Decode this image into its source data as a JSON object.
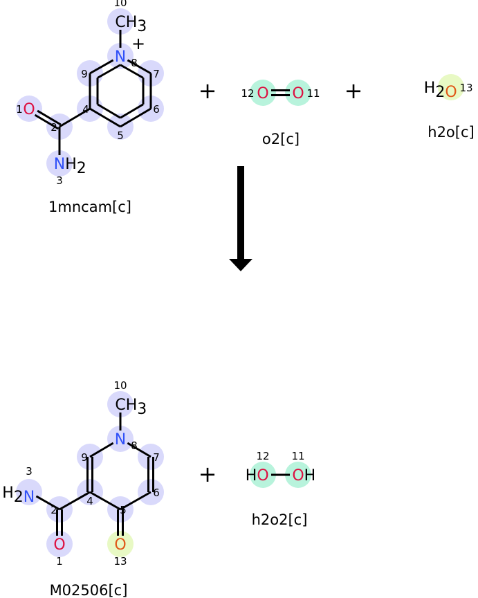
{
  "colors": {
    "highlight_default": "#d9d9fb",
    "highlight_o2": "#b8f3dc",
    "highlight_water": "#e8f9c4",
    "nitrogen": "#3050f8",
    "oxygen": "#dd1040",
    "oxygen_water": "#e05818",
    "bond": "#000000"
  },
  "reactants": [
    {
      "id": "m1",
      "name": "1mncam[c]",
      "charge": "+",
      "atoms": [
        {
          "num": "1",
          "label": "O",
          "sub": "",
          "el": "O",
          "hl": "default"
        },
        {
          "num": "2",
          "label": "",
          "sub": "",
          "el": "C",
          "hl": "default"
        },
        {
          "num": "3",
          "label": "NH",
          "sub": "2",
          "el": "N",
          "hl": "default"
        },
        {
          "num": "4",
          "label": "",
          "sub": "",
          "el": "C",
          "hl": "default"
        },
        {
          "num": "5",
          "label": "",
          "sub": "",
          "el": "C",
          "hl": "default"
        },
        {
          "num": "6",
          "label": "",
          "sub": "",
          "el": "C",
          "hl": "default"
        },
        {
          "num": "7",
          "label": "",
          "sub": "",
          "el": "C",
          "hl": "default"
        },
        {
          "num": "8",
          "label": "N",
          "sub": "",
          "el": "N",
          "hl": "default"
        },
        {
          "num": "9",
          "label": "",
          "sub": "",
          "el": "C",
          "hl": "default"
        },
        {
          "num": "10",
          "label": "CH",
          "sub": "3",
          "el": "C",
          "hl": "default"
        }
      ]
    },
    {
      "id": "m2",
      "name": "o2[c]",
      "atoms": [
        {
          "num": "12",
          "label": "O",
          "sub": "",
          "el": "O",
          "hl": "o2"
        },
        {
          "num": "11",
          "label": "O",
          "sub": "",
          "el": "O",
          "hl": "o2"
        }
      ]
    },
    {
      "id": "m3",
      "name": "h2o[c]",
      "atoms": [
        {
          "num": "13",
          "label": "O",
          "prefix": "H",
          "psub": "2",
          "el": "Ow",
          "hl": "water"
        }
      ]
    }
  ],
  "products": [
    {
      "id": "m4",
      "name": "M02506[c]",
      "atoms": [
        {
          "num": "1",
          "label": "O",
          "sub": "",
          "el": "O",
          "hl": "default"
        },
        {
          "num": "2",
          "label": "",
          "sub": "",
          "el": "C",
          "hl": "default"
        },
        {
          "num": "3",
          "label": "N",
          "prefix": "H",
          "psub": "2",
          "el": "N",
          "hl": "default"
        },
        {
          "num": "4",
          "label": "",
          "sub": "",
          "el": "C",
          "hl": "default"
        },
        {
          "num": "5",
          "label": "",
          "sub": "",
          "el": "C",
          "hl": "default"
        },
        {
          "num": "6",
          "label": "",
          "sub": "",
          "el": "C",
          "hl": "default"
        },
        {
          "num": "7",
          "label": "",
          "sub": "",
          "el": "C",
          "hl": "default"
        },
        {
          "num": "8",
          "label": "N",
          "sub": "",
          "el": "N",
          "hl": "default"
        },
        {
          "num": "9",
          "label": "",
          "sub": "",
          "el": "C",
          "hl": "default"
        },
        {
          "num": "10",
          "label": "CH",
          "sub": "3",
          "el": "C",
          "hl": "default"
        },
        {
          "num": "13",
          "label": "O",
          "sub": "",
          "el": "Ow",
          "hl": "water"
        }
      ]
    },
    {
      "id": "m5",
      "name": "h2o2[c]",
      "atoms": [
        {
          "num": "12",
          "label": "O",
          "prefix": "H",
          "el": "O",
          "hl": "o2"
        },
        {
          "num": "11",
          "label": "O",
          "suffix": "H",
          "el": "O",
          "hl": "o2"
        }
      ]
    }
  ],
  "operators": {
    "plus": "+"
  }
}
